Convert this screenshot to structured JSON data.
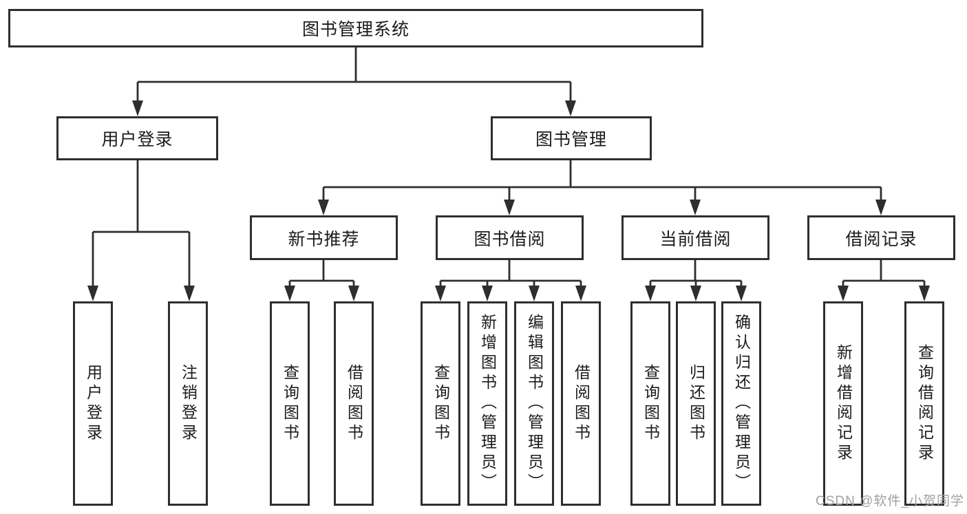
{
  "diagram": {
    "type": "hierarchy-tree",
    "tree": {
      "label": "图书管理系统",
      "children": [
        {
          "label": "用户登录",
          "children": [
            {
              "label": "用户登录"
            },
            {
              "label": "注销登录"
            }
          ]
        },
        {
          "label": "图书管理",
          "children": [
            {
              "label": "新书推荐",
              "children": [
                {
                  "label": "查询图书"
                },
                {
                  "label": "借阅图书"
                }
              ]
            },
            {
              "label": "图书借阅",
              "children": [
                {
                  "label": "查询图书"
                },
                {
                  "label": "新增图书（管理员）"
                },
                {
                  "label": "编辑图书（管理员）"
                },
                {
                  "label": "借阅图书"
                }
              ]
            },
            {
              "label": "当前借阅",
              "children": [
                {
                  "label": "查询图书"
                },
                {
                  "label": "归还图书"
                },
                {
                  "label": "确认归还（管理员）"
                }
              ]
            },
            {
              "label": "借阅记录",
              "children": [
                {
                  "label": "新增借阅记录"
                },
                {
                  "label": "查询借阅记录"
                }
              ]
            }
          ]
        }
      ]
    },
    "colors": {
      "line": "#2e2e2e",
      "box_border": "#2e2e2e",
      "box_background": "#ffffff",
      "text": "#1b1b1b",
      "watermark": "#a0a0a0",
      "page_background": "#ffffff"
    },
    "watermark": {
      "text": "CSDN @软件_小贺同学"
    }
  }
}
